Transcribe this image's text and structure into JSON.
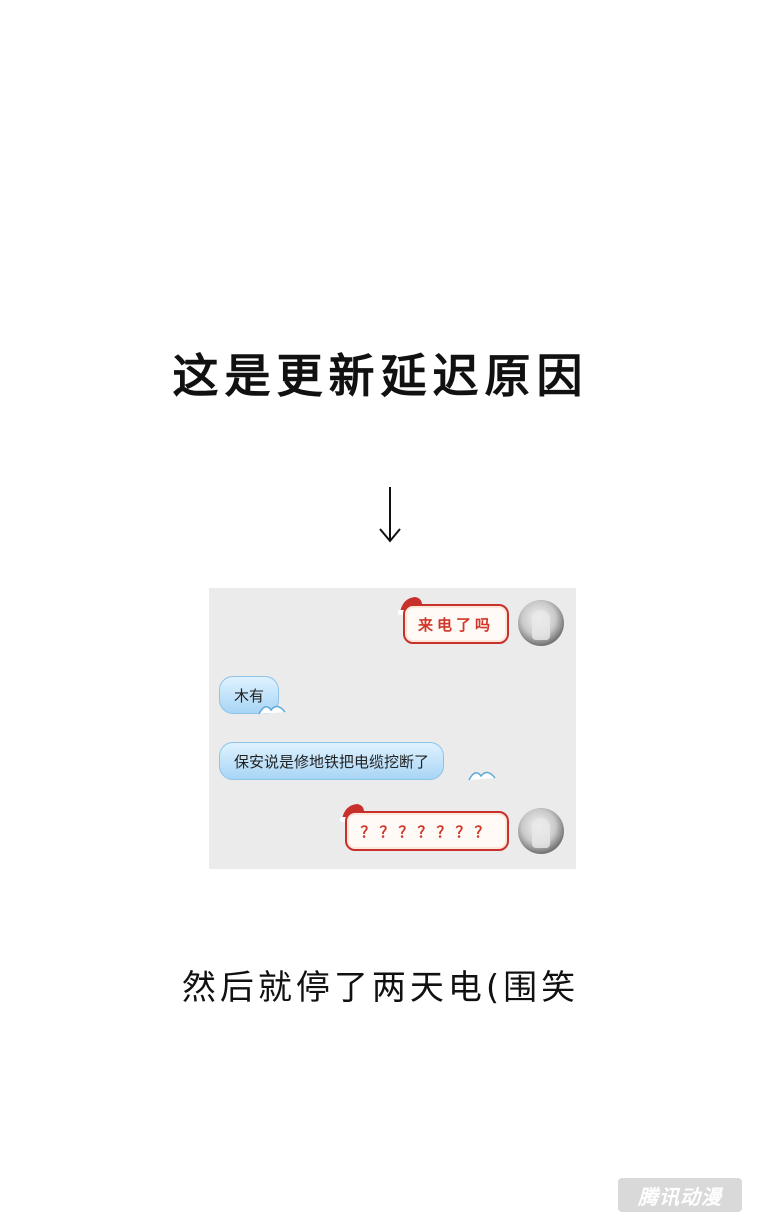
{
  "headline": "这是更新延迟原因",
  "chat": {
    "messages": [
      {
        "side": "right",
        "text": "来电了吗"
      },
      {
        "side": "left",
        "text": "木有"
      },
      {
        "side": "left",
        "text": "保安说是修地铁把电缆挖断了"
      },
      {
        "side": "right",
        "text": "？？？？？？？"
      }
    ]
  },
  "caption": "然后就停了两天电(围笑",
  "watermark": "腾讯动漫",
  "colors": {
    "bubble_red": "#c8302b",
    "bubble_blue": "#a8d5f5",
    "chat_bg": "#ebebeb"
  }
}
